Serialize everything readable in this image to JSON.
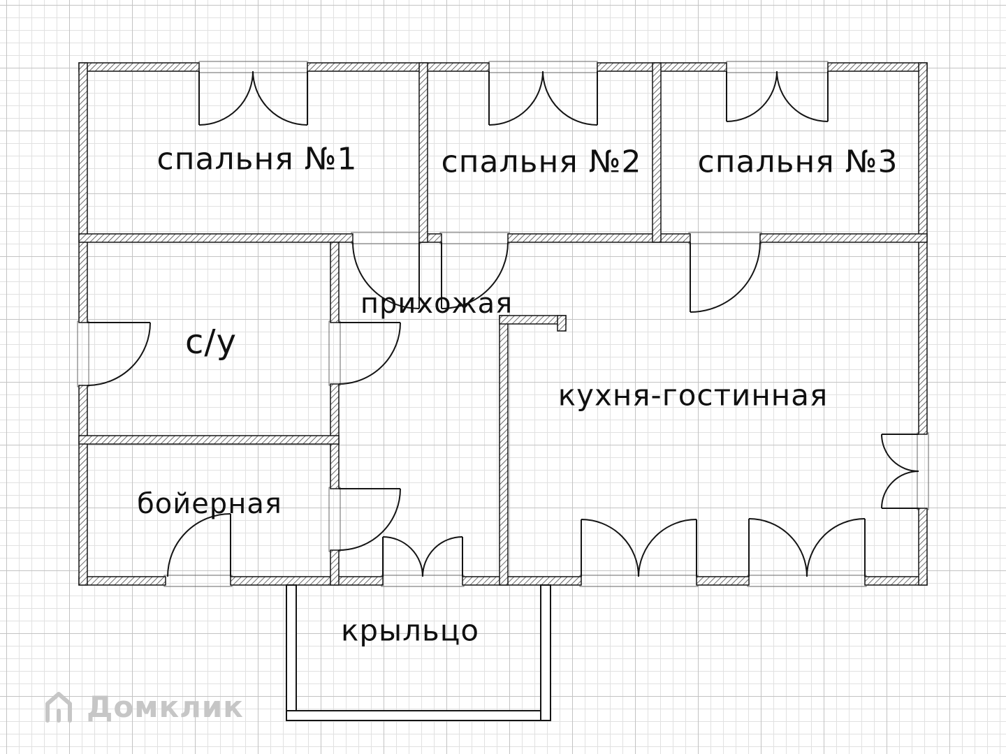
{
  "rooms": {
    "bedroom1": "спальня №1",
    "bedroom2": "спальня №2",
    "bedroom3": "спальня №3",
    "bathroom": "с/у",
    "hallway": "прихожая",
    "kitchen_living": "кухня-гостинная",
    "boiler": "бойерная",
    "porch": "крыльцо"
  },
  "watermark": {
    "label": "Домклик"
  },
  "colors": {
    "wall_line": "#141414",
    "grid_minor": "#e1e1e1",
    "grid_major": "#c3c3c3",
    "watermark": "#c6c6c6"
  }
}
